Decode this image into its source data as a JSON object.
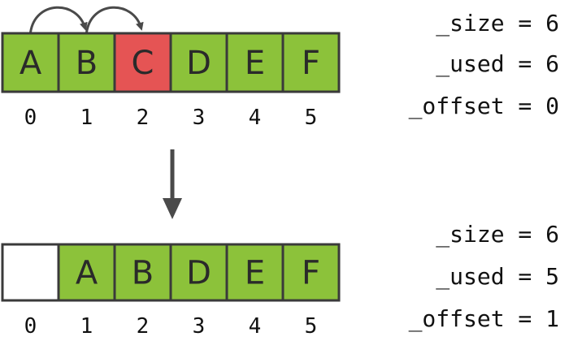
{
  "colors": {
    "filled": "#8cc23a",
    "removed": "#e55454",
    "empty": "#ffffff",
    "border": "#3a3a3a",
    "arrow": "#4a4a4a"
  },
  "before": {
    "cells": [
      {
        "value": "A",
        "state": "filled"
      },
      {
        "value": "B",
        "state": "filled"
      },
      {
        "value": "C",
        "state": "removed"
      },
      {
        "value": "D",
        "state": "filled"
      },
      {
        "value": "E",
        "state": "filled"
      },
      {
        "value": "F",
        "state": "filled"
      }
    ],
    "indices": [
      "0",
      "1",
      "2",
      "3",
      "4",
      "5"
    ],
    "variables": [
      {
        "text": "_size = 6"
      },
      {
        "text": "_used = 6"
      },
      {
        "text": "_offset = 0"
      }
    ],
    "shift_arrows": [
      {
        "from_index": 0,
        "to_index": 1
      },
      {
        "from_index": 1,
        "to_index": 2
      }
    ]
  },
  "transition_arrow_icon": "down-arrow-icon",
  "after": {
    "cells": [
      {
        "value": "",
        "state": "empty"
      },
      {
        "value": "A",
        "state": "filled"
      },
      {
        "value": "B",
        "state": "filled"
      },
      {
        "value": "D",
        "state": "filled"
      },
      {
        "value": "E",
        "state": "filled"
      },
      {
        "value": "F",
        "state": "filled"
      }
    ],
    "indices": [
      "0",
      "1",
      "2",
      "3",
      "4",
      "5"
    ],
    "variables": [
      {
        "text": "_size = 6"
      },
      {
        "text": "_used = 5"
      },
      {
        "text": "_offset = 1"
      }
    ]
  }
}
